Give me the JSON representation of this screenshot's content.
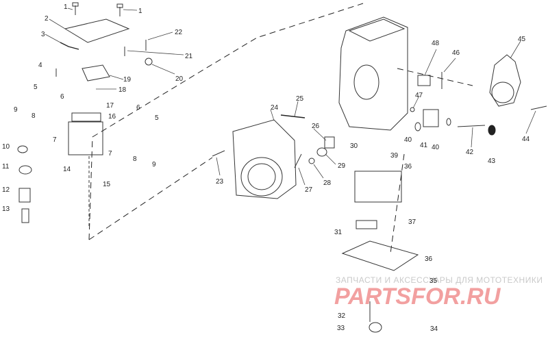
{
  "labels": [
    {
      "id": "1a",
      "text": "1"
    },
    {
      "id": "1b",
      "text": "1"
    },
    {
      "id": "2",
      "text": "2"
    },
    {
      "id": "3",
      "text": "3"
    },
    {
      "id": "4",
      "text": "4"
    },
    {
      "id": "5a",
      "text": "5"
    },
    {
      "id": "5b",
      "text": "5"
    },
    {
      "id": "6a",
      "text": "6"
    },
    {
      "id": "6b",
      "text": "6"
    },
    {
      "id": "7a",
      "text": "7"
    },
    {
      "id": "7b",
      "text": "7"
    },
    {
      "id": "8a",
      "text": "8"
    },
    {
      "id": "8b",
      "text": "8"
    },
    {
      "id": "9a",
      "text": "9"
    },
    {
      "id": "9b",
      "text": "9"
    },
    {
      "id": "10",
      "text": "10"
    },
    {
      "id": "11",
      "text": "11"
    },
    {
      "id": "12",
      "text": "12"
    },
    {
      "id": "13",
      "text": "13"
    },
    {
      "id": "14",
      "text": "14"
    },
    {
      "id": "15",
      "text": "15"
    },
    {
      "id": "16",
      "text": "16"
    },
    {
      "id": "17",
      "text": "17"
    },
    {
      "id": "18",
      "text": "18"
    },
    {
      "id": "19",
      "text": "19"
    },
    {
      "id": "20",
      "text": "20"
    },
    {
      "id": "21",
      "text": "21"
    },
    {
      "id": "22",
      "text": "22"
    },
    {
      "id": "23",
      "text": "23"
    },
    {
      "id": "24",
      "text": "24"
    },
    {
      "id": "25",
      "text": "25"
    },
    {
      "id": "26",
      "text": "26"
    },
    {
      "id": "27",
      "text": "27"
    },
    {
      "id": "28",
      "text": "28"
    },
    {
      "id": "29",
      "text": "29"
    },
    {
      "id": "30",
      "text": "30"
    },
    {
      "id": "31",
      "text": "31"
    },
    {
      "id": "32",
      "text": "32"
    },
    {
      "id": "33",
      "text": "33"
    },
    {
      "id": "34",
      "text": "34"
    },
    {
      "id": "35",
      "text": "35"
    },
    {
      "id": "36a",
      "text": "36"
    },
    {
      "id": "36b",
      "text": "36"
    },
    {
      "id": "37",
      "text": "37"
    },
    {
      "id": "39",
      "text": "39"
    },
    {
      "id": "40a",
      "text": "40"
    },
    {
      "id": "40b",
      "text": "40"
    },
    {
      "id": "41",
      "text": "41"
    },
    {
      "id": "42",
      "text": "42"
    },
    {
      "id": "43",
      "text": "43"
    },
    {
      "id": "44",
      "text": "44"
    },
    {
      "id": "45",
      "text": "45"
    },
    {
      "id": "46",
      "text": "46"
    },
    {
      "id": "47",
      "text": "47"
    },
    {
      "id": "48",
      "text": "48"
    }
  ],
  "watermark": {
    "tagline": "ЗАПЧАСТИ И АКСЕССУАРЫ ДЛЯ МОТОТЕХНИКИ",
    "brand": "PARTSFOR.RU",
    "brand_color": "#f2a0a0"
  }
}
